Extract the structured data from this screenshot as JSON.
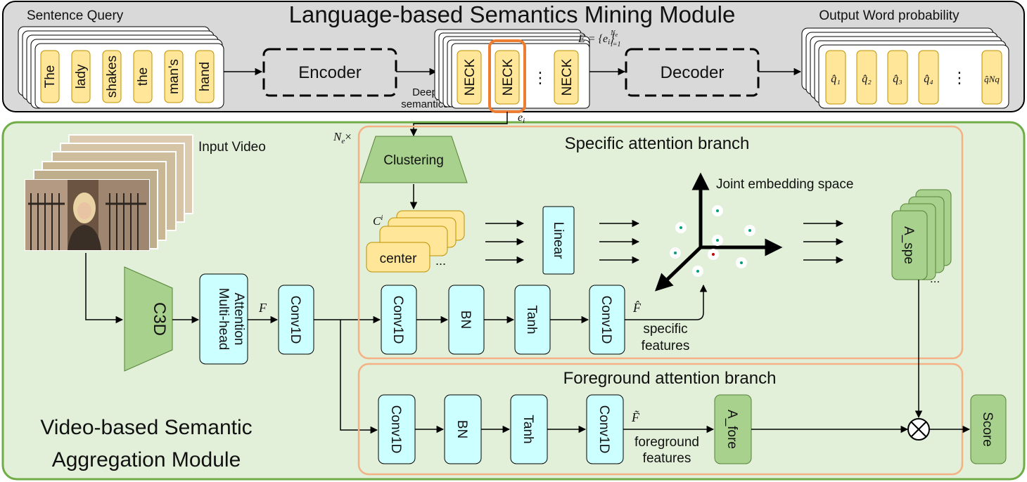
{
  "lang_module": {
    "title": "Language-based Semantics Mining Module",
    "sentence_query_label": "Sentence Query",
    "words": [
      "The",
      "lady",
      "shakes",
      "the",
      "man's",
      "hand"
    ],
    "encoder_label": "Encoder",
    "decoder_label": "Decoder",
    "neck_labels": [
      "NECK",
      "NECK",
      "NECK"
    ],
    "ellipsis": "⋮",
    "deep_semantics_line1": "Deep",
    "deep_semantics_line2": "semantics",
    "embedding_formula": "E = {e",
    "embedding_formula_sub": "i",
    "embedding_formula_end": "}",
    "embedding_formula_sup": "N",
    "embedding_formula_sup_sub": "e",
    "embedding_formula_lower": "i=1",
    "ei_label": "e",
    "ei_sub": "i",
    "output_label": "Output Word probability",
    "output_tokens": [
      "q̂₁",
      "q̂₂",
      "q̂₃",
      "q̂₄",
      "q̂Nq"
    ]
  },
  "video_module": {
    "title_line1": "Video-based Semantic",
    "title_line2": "Aggregation Module",
    "input_video_label": "Input Video",
    "c3d_label": "C3D",
    "mha_line1": "Multi-head",
    "mha_line2": "Attention",
    "f_label": "F",
    "conv1d_label": "Conv1D",
    "bn_label": "BN",
    "tanh_label": "Tanh",
    "ne_times": "N",
    "ne_sub": "e",
    "ne_x": "×",
    "score_label": "Score"
  },
  "specific_branch": {
    "title": "Specific attention branch",
    "clustering_label": "Clustering",
    "ci_label": "C",
    "ci_sup": "i",
    "center_label": "center",
    "dots": "...",
    "linear_label": "Linear",
    "joint_space_label": "Joint embedding space",
    "f_hat_label": "F̂",
    "features_line1": "specific",
    "features_line2": "features",
    "aspe_label": "A_spe",
    "aspe_dots": "..."
  },
  "foreground_branch": {
    "title": "Foreground attention branch",
    "f_tilde_label": "F̃",
    "features_line1": "foreground",
    "features_line2": "features",
    "afore_label": "A_fore"
  },
  "colors": {
    "lang_bg": "#d9d9d9",
    "video_bg": "#e2efd9",
    "video_border": "#70ad47",
    "branch_border": "#f4b183",
    "yellow": "#ffe699",
    "yellow_border": "#bf9000",
    "cyan": "#ccffff",
    "green_block": "#a9d18e",
    "neck_highlight": "#ed7d31"
  }
}
